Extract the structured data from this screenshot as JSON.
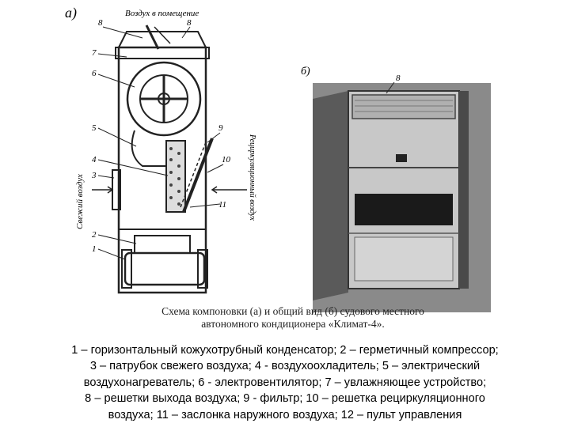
{
  "figure_a": {
    "label": "а)",
    "top_annotation": "Воздух в помещение",
    "left_side_label": "Свежий воздух",
    "right_side_label": "Рециркуляционный воздух",
    "numbers": [
      "8",
      "7",
      "6",
      "5",
      "4",
      "3",
      "2",
      "1",
      "9",
      "10",
      "11"
    ]
  },
  "figure_b": {
    "label": "б)",
    "callout_number": "8"
  },
  "caption": {
    "line1": "Схема компоновки (а) и общий вид (б) судового местного",
    "line2": "автономного кондиционера «Климат-4»."
  },
  "legend": {
    "line1": "1 – горизонтальный кожухотрубный конденсатор; 2 – герметичный компрессор;",
    "line2": "3 – патрубок свежего воздуха; 4 - воздухоохладитель; 5 – электрический",
    "line3": "воздухонагреватель; 6 - электровентилятор; 7 – увлажняющее устройство;",
    "line4": "8 – решетки выхода воздуха; 9 - фильтр; 10 – решетка рециркуляционного",
    "line5": "воздуха; 11 – заслонка наружного воздуха; 12 – пульт управления"
  }
}
